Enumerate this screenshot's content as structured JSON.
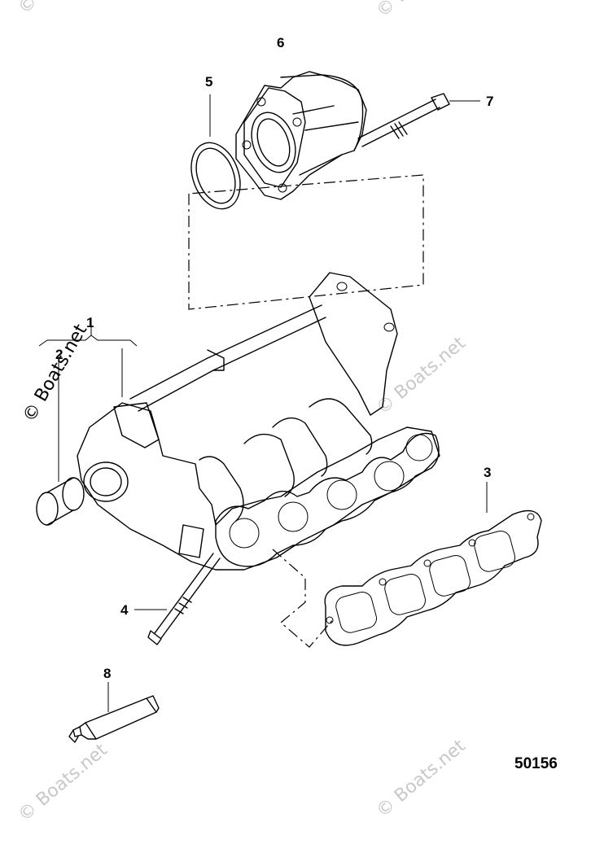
{
  "diagram": {
    "figure_number": "50156",
    "watermark": "© Boats.net",
    "callouts": [
      {
        "id": "1",
        "label": "1"
      },
      {
        "id": "2",
        "label": "2"
      },
      {
        "id": "3",
        "label": "3"
      },
      {
        "id": "4",
        "label": "4"
      },
      {
        "id": "5",
        "label": "5"
      },
      {
        "id": "6",
        "label": "6"
      },
      {
        "id": "7",
        "label": "7"
      },
      {
        "id": "8",
        "label": "8"
      }
    ]
  }
}
